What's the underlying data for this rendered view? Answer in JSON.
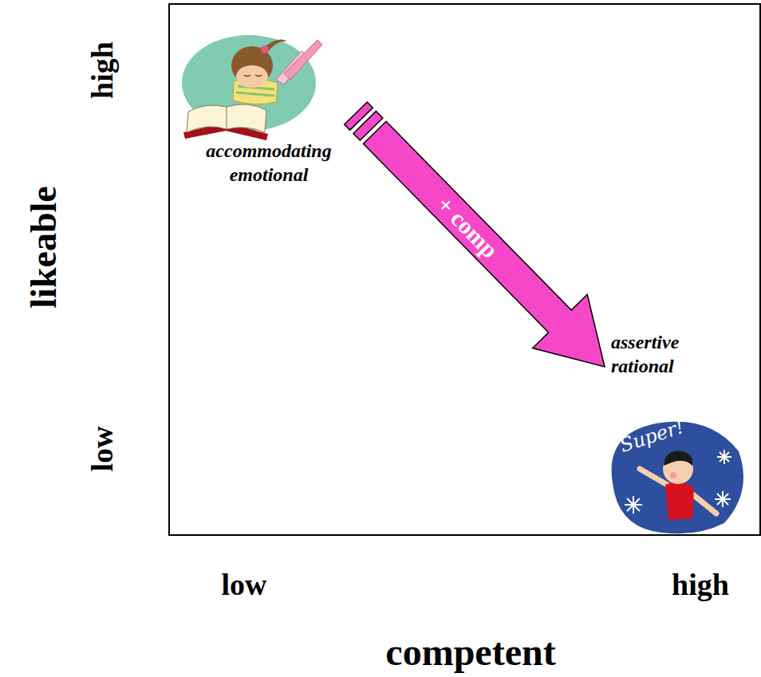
{
  "diagram": {
    "nodes": [
      {
        "text": [
          "accommodating emotional"
        ]
      },
      {
        "text": [
          "assertive rational",
          "Super!"
        ]
      }
    ],
    "edges": [
      {
        "from": 0,
        "to": 1,
        "arrow": "to",
        "label": "+ comp"
      }
    ],
    "labels": [
      "likeable",
      "high",
      "low",
      "low",
      "high",
      "competent"
    ]
  }
}
